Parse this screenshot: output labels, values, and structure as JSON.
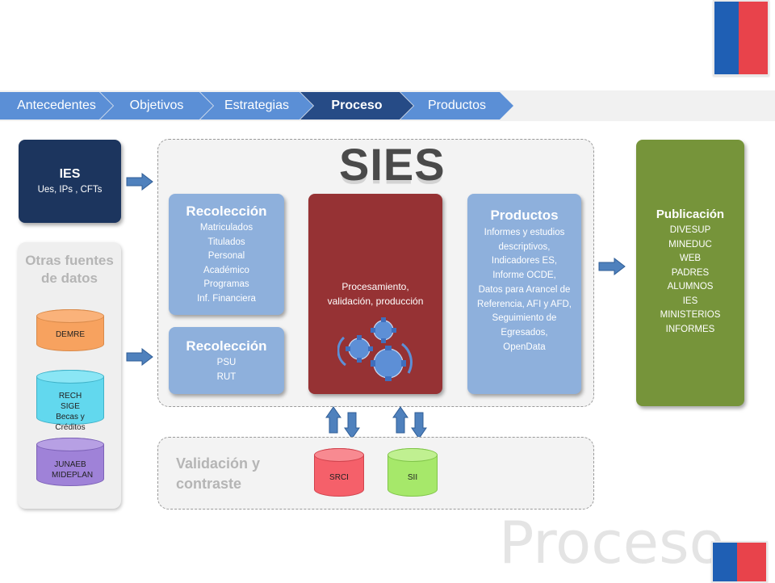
{
  "nav": {
    "steps": [
      "Antecedentes",
      "Objetivos",
      "Estrategias",
      "Proceso",
      "Productos"
    ],
    "active": "Proceso"
  },
  "ies": {
    "title": "IES",
    "subtitle": "Ues, IPs , CFTs"
  },
  "otras": {
    "title": "Otras fuentes de datos",
    "sources": [
      {
        "label": "DEMRE",
        "color": "#f7a25f"
      },
      {
        "label": "RECH SIGE Becas y Créditos",
        "color": "#62d8ee"
      },
      {
        "label": "JUNAEB MIDEPLAN",
        "color": "#9f82d8"
      }
    ]
  },
  "sies": {
    "title": "SIES",
    "recoleccion1": {
      "title": "Recolección",
      "items": [
        "Matriculados",
        "Titulados",
        "Personal",
        "Académico",
        "Programas",
        "Inf. Financiera"
      ]
    },
    "recoleccion2": {
      "title": "Recolección",
      "items": [
        "PSU",
        "RUT"
      ]
    },
    "procesamiento": {
      "text": "Procesamiento, validación, producción",
      "icon": "gears-icon"
    },
    "productos": {
      "title": "Productos",
      "items": [
        "Informes y estudios descriptivos,",
        "Indicadores ES,",
        "Informe OCDE,",
        "Datos para Arancel de Referencia, AFI y AFD,",
        "Seguimiento de Egresados,",
        "OpenData"
      ]
    }
  },
  "publicacion": {
    "title": "Publicación",
    "items": [
      "DIVESUP",
      "MINEDUC",
      "WEB",
      "PADRES",
      "ALUMNOS",
      "IES",
      "MINISTERIOS",
      "INFORMES"
    ]
  },
  "validacion": {
    "title": "Validación y contraste",
    "sources": [
      {
        "label": "SRCI",
        "color": "#f5606a"
      },
      {
        "label": "SII",
        "color": "#a6e86a"
      }
    ]
  },
  "watermark": "Proceso",
  "colors": {
    "ies": "#1c355e",
    "recoleccion": "#8eb0dc",
    "procesamiento": "#963234",
    "productos": "#8eb0dc",
    "publicacion": "#76943a",
    "nav": "#5b8fd6",
    "nav_active": "#264b86",
    "arrow": "#4f81bd"
  }
}
